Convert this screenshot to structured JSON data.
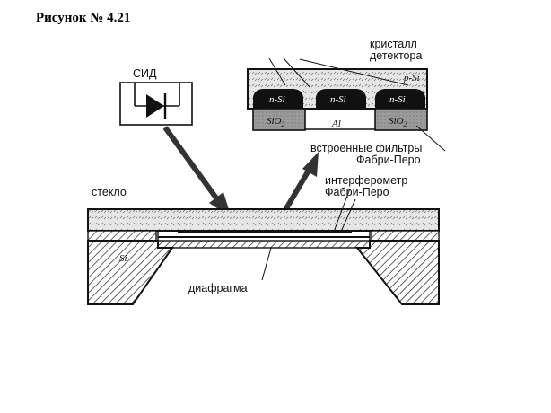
{
  "figure": {
    "caption": "Рисунок № 4.21",
    "labels": {
      "led": "СИД",
      "crystal_line1": "кристалл",
      "crystal_line2": "детектора",
      "p_si": "p-Si",
      "n_si": "n-Si",
      "sio2": "SiO",
      "sio2_sub": "2",
      "al": "Al",
      "filters_line1": "встроенные фильтры",
      "filters_line2": "Фабри-Перо",
      "glass": "стекло",
      "interferometer_line1": "интерферометр",
      "interferometer_line2": "Фабри-Перо",
      "si": "Si",
      "diaphragm": "диафрагма"
    }
  }
}
